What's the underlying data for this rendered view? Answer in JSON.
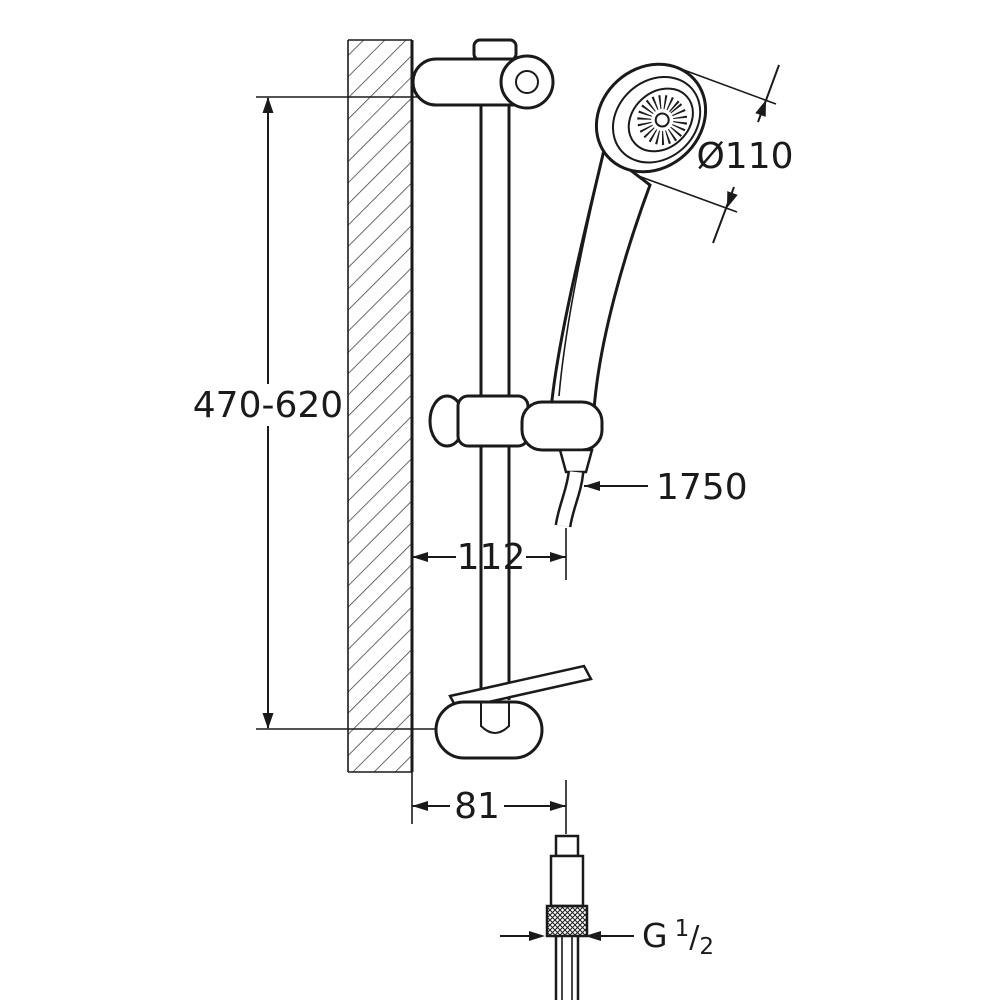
{
  "labels": {
    "head_diameter": "Ø110",
    "rail_range": "470-620",
    "hose_length": "1750",
    "top_offset": "112",
    "bottom_offset": "81",
    "thread": {
      "prefix": "G",
      "numerator": "1",
      "slash": "/",
      "denominator": "2"
    }
  },
  "colors": {
    "line": "#1a1a1a",
    "background": "#ffffff",
    "hatch": "#3a3a3a"
  }
}
